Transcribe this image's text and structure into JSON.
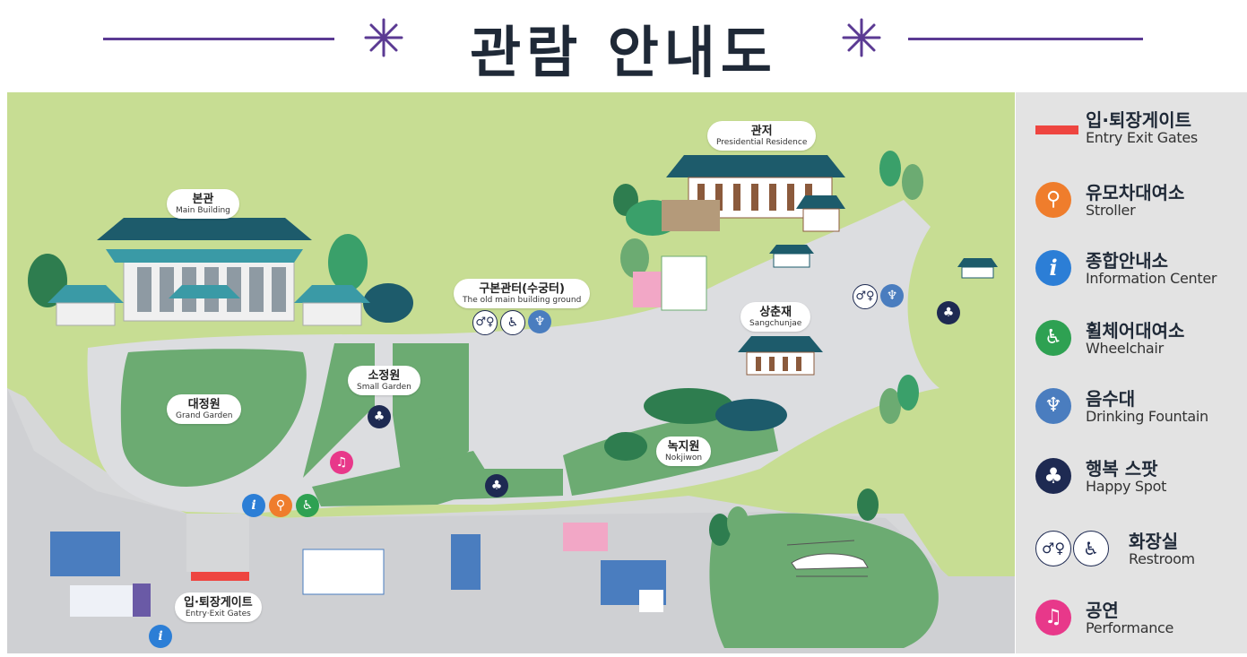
{
  "title": "관람 안내도",
  "colors": {
    "accent": "#5b3a93",
    "grass": "#c7dd93",
    "lawn": "#6cab72",
    "path": "#d9dadc",
    "roof": "#1d5b6b",
    "legend_bg": "#e3e3e3",
    "gate": "#ee4540"
  },
  "places": {
    "main_building": {
      "ko": "본관",
      "en": "Main Building"
    },
    "residence": {
      "ko": "관저",
      "en": "Presidential Residence"
    },
    "old_main": {
      "ko": "구본관터(수궁터)",
      "en": "The old main building ground"
    },
    "sangchunjae": {
      "ko": "상춘재",
      "en": "Sangchunjae"
    },
    "small_garden": {
      "ko": "소정원",
      "en": "Small Garden"
    },
    "grand_garden": {
      "ko": "대정원",
      "en": "Grand Garden"
    },
    "nokjiwon": {
      "ko": "녹지원",
      "en": "Nokjiwon"
    },
    "gate": {
      "ko": "입·퇴장게이트",
      "en": "Entry·Exit Gates"
    }
  },
  "legend": [
    {
      "icon": "gate-bar-icon",
      "ko": "입·퇴장게이트",
      "en": "Entry Exit Gates",
      "color": "#ee4540"
    },
    {
      "icon": "stroller-icon",
      "ko": "유모차대여소",
      "en": "Stroller",
      "color": "#ef7d2c"
    },
    {
      "icon": "info-icon",
      "ko": "종합안내소",
      "en": "Information Center",
      "color": "#2c7ed6"
    },
    {
      "icon": "wheelchair-icon",
      "ko": "휠체어대여소",
      "en": "Wheelchair",
      "color": "#2ea152"
    },
    {
      "icon": "fountain-icon",
      "ko": "음수대",
      "en": "Drinking Fountain",
      "color": "#4a7dbf"
    },
    {
      "icon": "clover-icon",
      "ko": "행복 스팟",
      "en": "Happy Spot",
      "color": "#1e2a52"
    },
    {
      "icon": "restroom-icon",
      "ko": "화장실",
      "en": "Restroom",
      "color": "#1e2a52"
    },
    {
      "icon": "music-icon",
      "ko": "공연",
      "en": "Performance",
      "color": "#e8388a"
    }
  ]
}
